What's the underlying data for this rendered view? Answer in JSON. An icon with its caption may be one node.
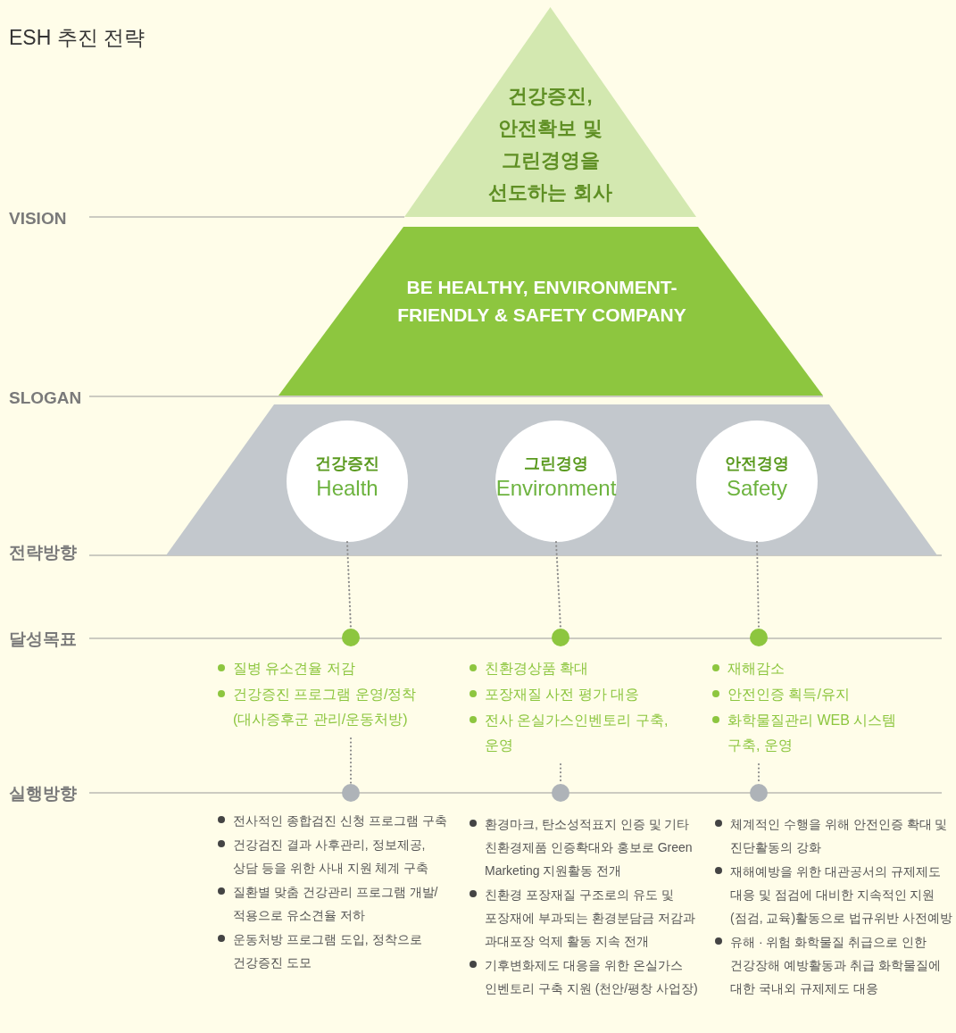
{
  "diagram": {
    "title": "ESH 추진 전략",
    "nodes": [
      {
        "text": [
          "건강증진, 안전확보 및 그린경영을 선도하는 회사"
        ]
      },
      {
        "text": [
          "BE HEALTHY, ENVIRONMENT-FRIENDLY & SAFETY COMPANY"
        ]
      },
      {
        "text": [],
        "shape": "trapezoid"
      },
      {
        "text": [
          "건강증진",
          "Health"
        ],
        "in": 2
      },
      {
        "text": [
          "그린경영",
          "Environment"
        ],
        "in": 2
      },
      {
        "text": [
          "안전경영",
          "Safety"
        ],
        "in": 2
      },
      {
        "text": [],
        "shape": "circle",
        "beside": [
          "질병 유소견율 저감",
          "건강증진 프로그램 운영/정착 (대사증후군 관리/운동처방)"
        ]
      },
      {
        "text": [],
        "shape": "circle",
        "beside": [
          "친환경상품 확대",
          "포장재질 사전 평가 대응",
          "전사 온실가스인벤토리 구축, 운영"
        ]
      },
      {
        "text": [],
        "shape": "circle",
        "beside": [
          "재해감소",
          "안전인증 획득/유지",
          "화학물질관리 WEB 시스템 구축, 운영"
        ]
      },
      {
        "text": [],
        "shape": "circle",
        "beside": [
          "전사적인 종합검진 신청 프로그램 구축",
          "건강검진 결과 사후관리, 정보제공, 상담 등을 위한 사내 지원 체계 구축",
          "질환별 맞춤 건강관리 프로그램 개발/적용으로 유소견율 저하",
          "운동처방 프로그램 도입, 정착으로 건강증진 도모"
        ]
      },
      {
        "text": [],
        "shape": "circle",
        "beside": [
          "환경마크, 탄소성적표지 인증 및 기타 친환경제품 인증확대와 홍보로 Green Marketing 지원활동 전개",
          "친환경 포장재질 구조로의 유도 및 포장재에 부과되는 환경분담금 저감과 과대포장 억제 활동 지속 전개",
          "기후변화제도 대응을 위한 온실가스 인벤토리 구축 지원 (천안/평창 사업장)"
        ]
      },
      {
        "text": [],
        "shape": "circle",
        "beside": [
          "체계적인 수행을 위해 안전인증 확대 및 진단활동의 강화",
          "재해예방을 위한 대관공서의 규제제도 대응 및 점검에 대비한 지속적인 지원 (점검, 교육)활동으로 법규위반 사전예방",
          "유해 · 위험 화학물질 취급으로 인한 건강장해 예방활동과 취급 화학물질에 대한 국내외 규제제도 대응"
        ]
      }
    ],
    "edges": [
      {
        "from": 3,
        "to": 6,
        "arrow": "none",
        "style": "dashed"
      },
      {
        "from": 4,
        "to": 7,
        "arrow": "none",
        "style": "dashed"
      },
      {
        "from": 5,
        "to": 8,
        "arrow": "none",
        "style": "dashed"
      },
      {
        "from": 6,
        "to": 9,
        "arrow": "none",
        "style": "dashed"
      },
      {
        "from": 7,
        "to": 10,
        "arrow": "none",
        "style": "dashed"
      },
      {
        "from": 8,
        "to": 11,
        "arrow": "none",
        "style": "dashed"
      }
    ],
    "labels": [
      "VISION",
      "SLOGAN",
      "전략방향",
      "달성목표",
      "실행방향"
    ]
  }
}
